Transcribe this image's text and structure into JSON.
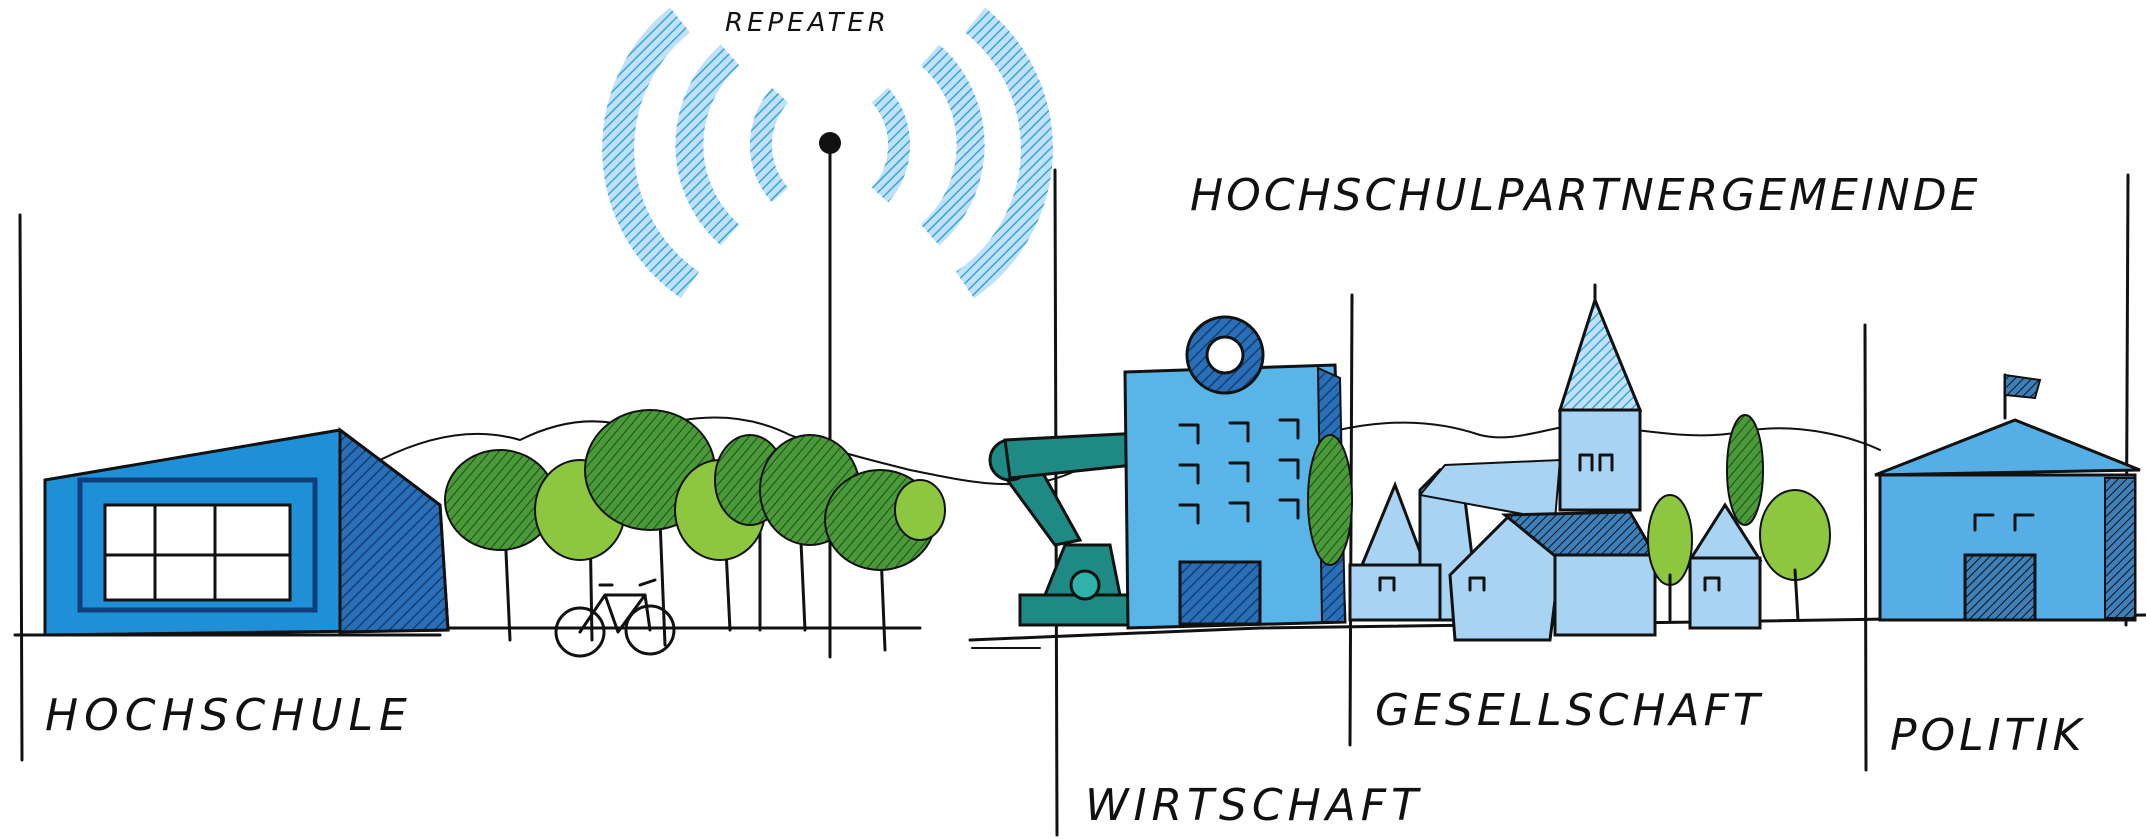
{
  "labels": {
    "repeater": "REPEATER",
    "hochschulpartnergemeinde": "HOCHSCHULPARTNERGEMEINDE",
    "hochschule": "HOCHSCHULE",
    "wirtschaft": "WIRTSCHAFT",
    "gesellschaft": "GESELLSCHAFT",
    "politik": "POLITIK"
  },
  "colors": {
    "ink": "#111111",
    "signal_blue": "#3aa3dc",
    "building_blue": "#1f8fd8",
    "building_dark": "#2a6fb5",
    "factory_blue": "#59b4e8",
    "village_light": "#a9d3f2",
    "politik_blue": "#55aee6",
    "robot_teal": "#1f8a84",
    "tree_green": "#4a9a3a",
    "tree_light": "#8dc63f"
  },
  "icons": [
    "repeater-signal-icon",
    "bicycle-icon",
    "gear-icon",
    "robot-arm-icon",
    "church-icon",
    "flag-icon"
  ]
}
